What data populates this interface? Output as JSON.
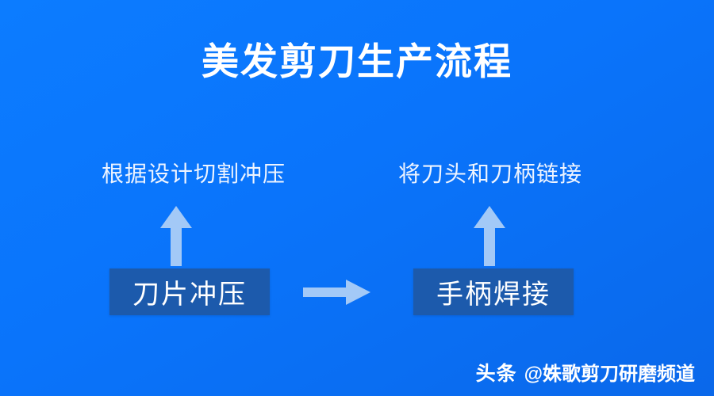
{
  "slide": {
    "title": "美发剪刀生产流程",
    "background_color": "#0b74fb",
    "title_color": "#ffffff"
  },
  "flow": {
    "box_color": "#1c5aac",
    "arrow_color": "#a3c9f7",
    "caption_color": "#eef4ff",
    "steps": [
      {
        "caption": "根据设计切割冲压",
        "box_label": "刀片冲压",
        "up_arrow_icon": "arrow-up-icon"
      },
      {
        "caption": "将刀头和刀柄链接",
        "box_label": "手柄焊接",
        "up_arrow_icon": "arrow-up-icon"
      }
    ],
    "connector_icon": "arrow-right-icon"
  },
  "watermark": {
    "brand": "头条",
    "handle": "@姝歌剪刀研磨频道",
    "color": "#ffffff"
  }
}
